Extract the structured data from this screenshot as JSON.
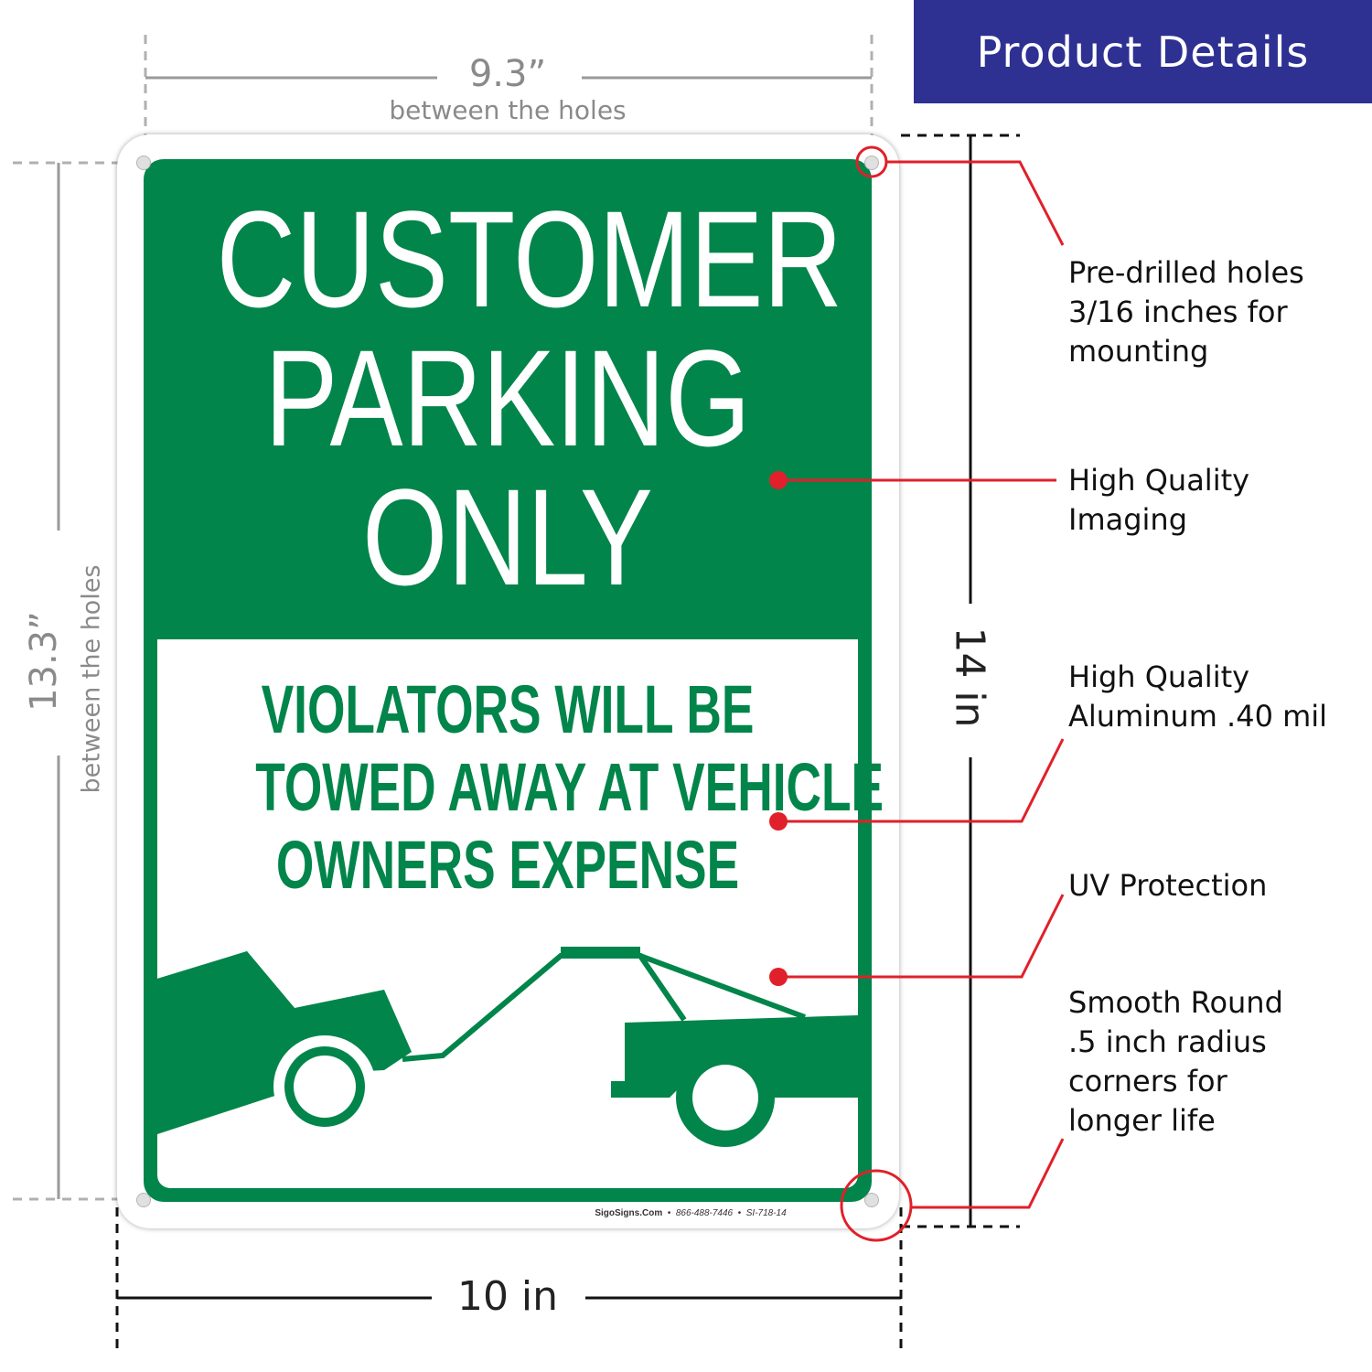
{
  "header": {
    "title": "Product Details"
  },
  "dimensions": {
    "width_between_holes": "9.3”",
    "width_between_holes_caption": "between the holes",
    "height_between_holes": "13.3”",
    "height_between_holes_caption": "between the holes",
    "total_width": "10 in",
    "total_height": "14 in"
  },
  "sign": {
    "title_lines": [
      "CUSTOMER",
      "PARKING",
      "ONLY"
    ],
    "warning_lines": [
      "VIOLATORS WILL BE",
      "TOWED AWAY AT VEHICLE",
      "OWNERS EXPENSE"
    ],
    "footer_brand": "SigoSigns.Com",
    "footer_phone": "866-488-7446",
    "footer_sku": "SI-718-14",
    "colors": {
      "green": "#02854a",
      "white": "#ffffff"
    },
    "illustration": "tow-truck-icon"
  },
  "features": [
    {
      "label": "Pre-drilled holes\n3/16 inches for\nmounting"
    },
    {
      "label": "High Quality\nImaging"
    },
    {
      "label": "High Quality\nAluminum .40 mil"
    },
    {
      "label": "UV Protection"
    },
    {
      "label": "Smooth Round\n.5 inch radius\ncorners for\nlonger life"
    }
  ],
  "colors": {
    "header_bg": "#2e3192",
    "callout_red": "#e0202a",
    "dimension_gray": "#8a8a8a"
  }
}
